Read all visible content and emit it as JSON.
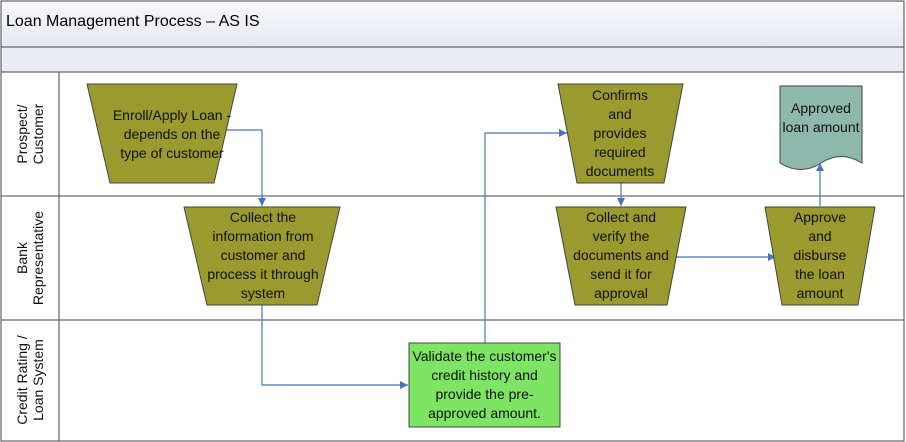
{
  "title": "Loan Management Process – AS IS",
  "lanes": [
    {
      "line1": "Prospect/",
      "line2": "Customer"
    },
    {
      "line1": "Bank",
      "line2": "Representative"
    },
    {
      "line1": "Credit Rating /",
      "line2": "Loan System"
    }
  ],
  "steps": {
    "enroll": "Enroll/Apply Loan - depends on the type of customer",
    "collect_info": "Collect the information from customer and process it through system",
    "validate": "Validate the customer's credit history and provide the pre-approved amount.",
    "confirms": "Confirms and provides required documents",
    "collect_verify": "Collect and verify the documents and send it for approval",
    "approve": "Approve and disburse the loan amount",
    "approved_doc": "Approved loan amount"
  },
  "colors": {
    "manual_op_fill": "#9a9a2e",
    "process_fill": "#7ee463",
    "document_fill": "#8fb8ad",
    "connector": "#4a74b8",
    "lane_border": "#444444"
  }
}
